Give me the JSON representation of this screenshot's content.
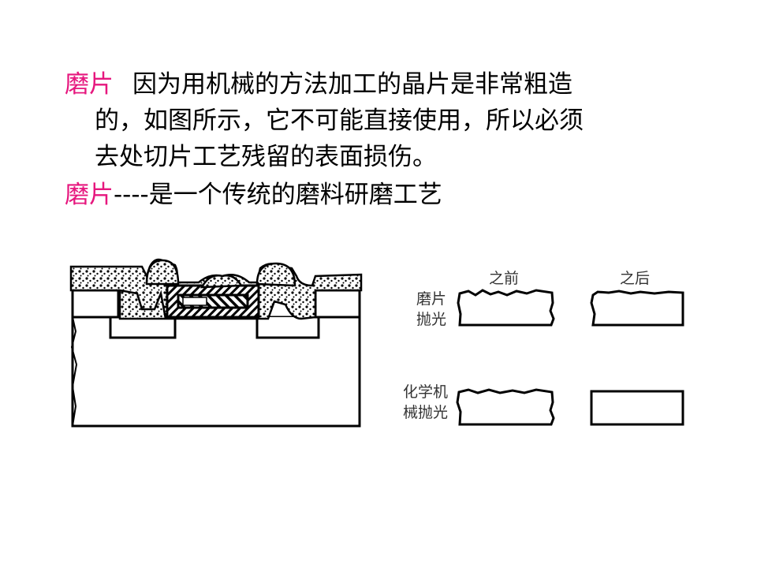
{
  "colors": {
    "accent": "#e6177e",
    "text": "#000000",
    "label": "#333333"
  },
  "intro": {
    "term": "磨片",
    "line1": "因为用机械的方法加工的晶片是非常粗造",
    "line2": "的，如图所示，它不可能直接使用，所以必须",
    "line3": "去处切片工艺残留的表面损伤。"
  },
  "definition": {
    "term": "磨片",
    "text": "----是一个传统的磨料研磨工艺"
  },
  "comparison": {
    "before": "之前",
    "after": "之后",
    "rows": [
      {
        "line1": "磨片",
        "line2": "抛光"
      },
      {
        "line1": "化学机",
        "line2": "械抛光"
      }
    ]
  }
}
